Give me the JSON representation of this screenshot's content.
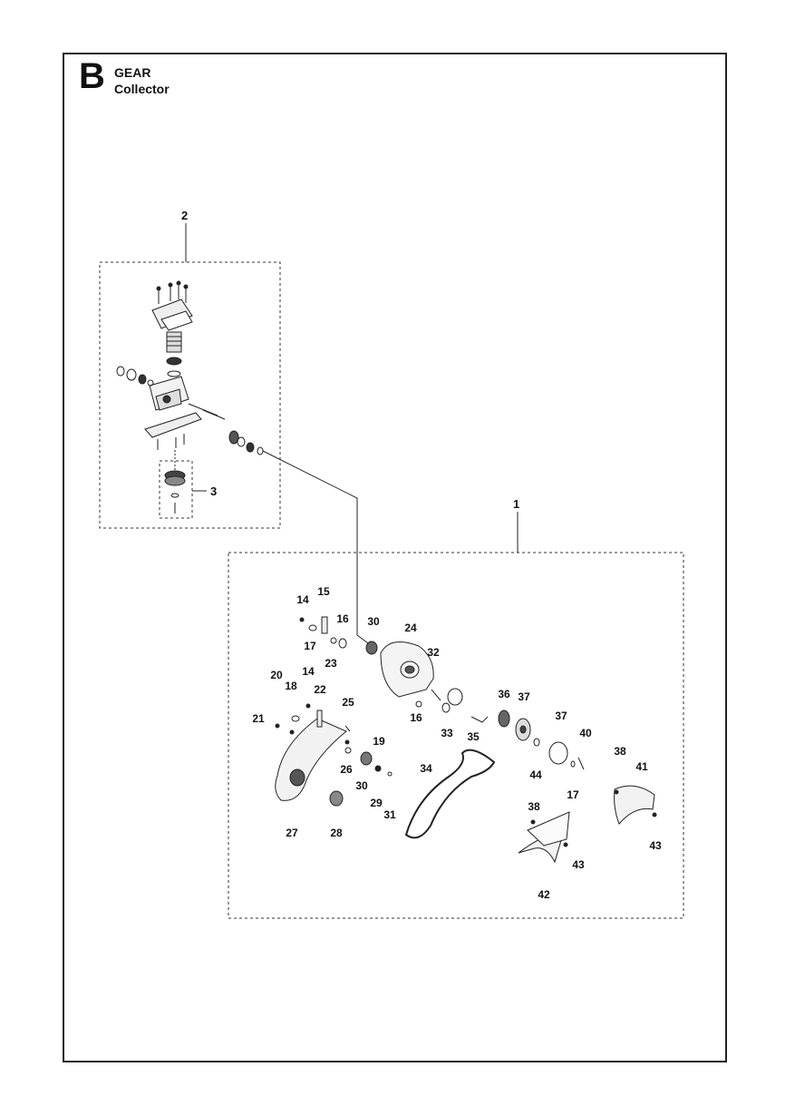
{
  "section": {
    "letter": "B",
    "title": "GEAR",
    "subtitle": "Collector"
  },
  "groups": [
    {
      "label": "1"
    },
    {
      "label": "2"
    },
    {
      "label": "3"
    }
  ],
  "callouts": [
    "14",
    "15",
    "16",
    "17",
    "23",
    "30",
    "24",
    "32",
    "20",
    "18",
    "14",
    "22",
    "25",
    "21",
    "19",
    "26",
    "30",
    "29",
    "31",
    "16",
    "33",
    "35",
    "36",
    "37",
    "37",
    "40",
    "44",
    "17",
    "34",
    "27",
    "28",
    "38",
    "41",
    "38",
    "43",
    "42",
    "43"
  ]
}
